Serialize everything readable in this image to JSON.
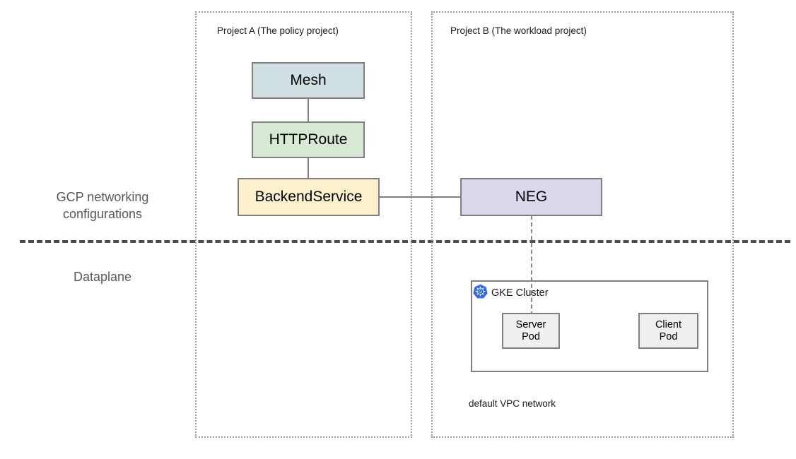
{
  "diagram": {
    "planes": [
      {
        "id": "control",
        "label": "GCP networking\nconfigurations"
      },
      {
        "id": "data",
        "label": "Dataplane"
      }
    ],
    "projects": [
      {
        "id": "project-a",
        "label": "Project A (The policy project)"
      },
      {
        "id": "project-b",
        "label": "Project B (The workload project)"
      }
    ],
    "nodes": [
      {
        "id": "mesh",
        "label": "Mesh",
        "color": "#cfdfe2"
      },
      {
        "id": "httproute",
        "label": "HTTPRoute",
        "color": "#d7e8d4"
      },
      {
        "id": "backendservice",
        "label": "BackendService",
        "color": "#fdf1cd"
      },
      {
        "id": "neg",
        "label": "NEG",
        "color": "#dcd7ea"
      },
      {
        "id": "server-pod",
        "label": "Server\nPod",
        "color": "#efefef"
      },
      {
        "id": "client-pod",
        "label": "Client\nPod",
        "color": "#efefef"
      }
    ],
    "cluster": {
      "title": "GKE Cluster",
      "icon": "kubernetes-icon",
      "icon_color": "#326ce5"
    },
    "network": {
      "label": "default VPC network"
    },
    "colors": {
      "border": "#7f7f7f",
      "dotted_border": "#9a9a9a",
      "divider": "#4d4d4d",
      "plane_text": "#595959"
    }
  }
}
